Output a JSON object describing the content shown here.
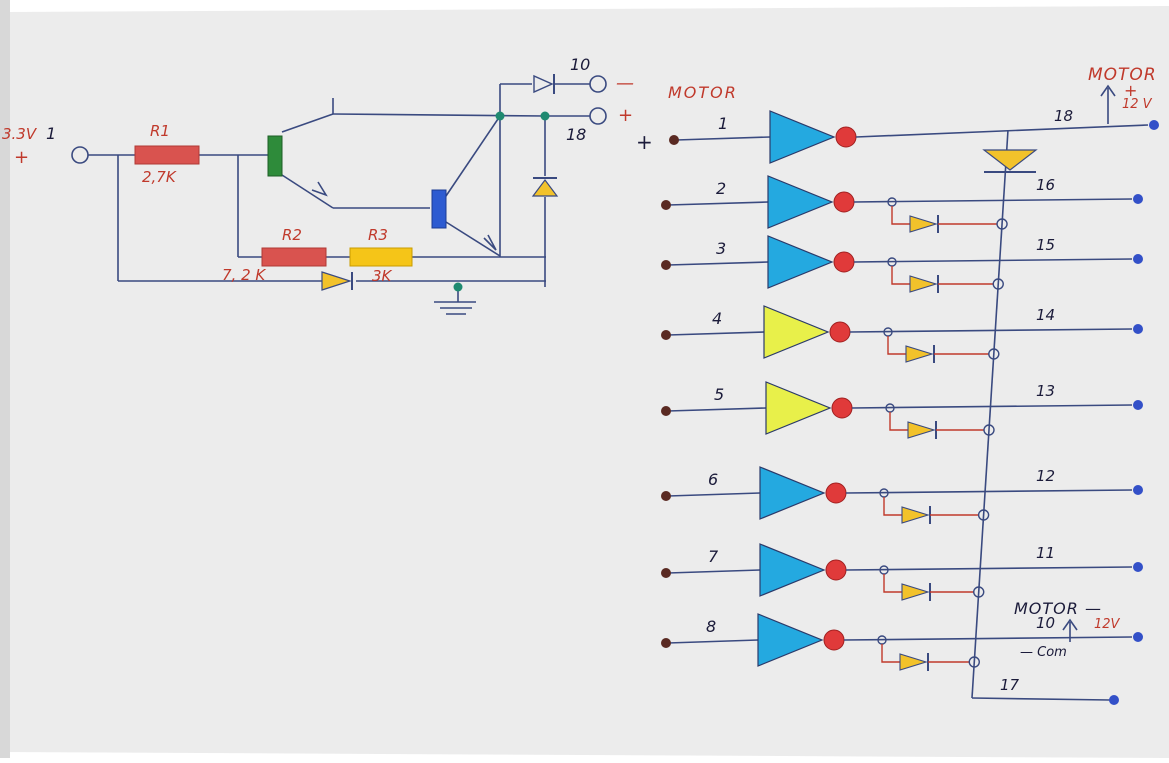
{
  "colors": {
    "paper": "#ececec",
    "ink": "#3a4a80",
    "label_red": "#c0392b",
    "resistor_red": "#d9534f",
    "resistor_yellow": "#f5c518",
    "transistor_green": "#2e8b3a",
    "transistor_blue": "#2d5bd1",
    "diode_yellow": "#f2c22b",
    "buffer_blue": "#24a9e0",
    "buffer_yellow": "#e8f04a",
    "node_red": "#e03a3a",
    "node_green": "#1f8a70",
    "pin_blue": "#3350c8",
    "pin_brown": "#5a2a22"
  },
  "input_section": {
    "vin_label": "3.3V",
    "vin_pin": "1",
    "plus_sign": "+",
    "r1": {
      "name": "R1",
      "value": "2,7K"
    },
    "r2": {
      "name": "R2",
      "value": "7, 2 K"
    },
    "r3": {
      "name": "R3",
      "value": "3K"
    },
    "pin10_label": "10",
    "minus_sign": "—",
    "pin18_label": "18",
    "plus_sign_2": "+",
    "motor_label": "MOTOR"
  },
  "driver_section": {
    "motor_top_label": "MOTOR",
    "motor_top_volts": "12 V",
    "top_plus": "+",
    "input_plus": "+",
    "channels": [
      {
        "in": "1",
        "out": "18",
        "color": "blue"
      },
      {
        "in": "2",
        "out": "16",
        "color": "blue"
      },
      {
        "in": "3",
        "out": "15",
        "color": "blue"
      },
      {
        "in": "4",
        "out": "14",
        "color": "yellow"
      },
      {
        "in": "5",
        "out": "13",
        "color": "yellow"
      },
      {
        "in": "6",
        "out": "12",
        "color": "blue"
      },
      {
        "in": "7",
        "out": "11",
        "color": "blue"
      },
      {
        "in": "8",
        "out": "10",
        "color": "blue"
      }
    ],
    "motor_bottom_label": "MOTOR —",
    "motor_bottom_volts": "12V",
    "com_label": "— Com",
    "pin17_label": "17"
  }
}
